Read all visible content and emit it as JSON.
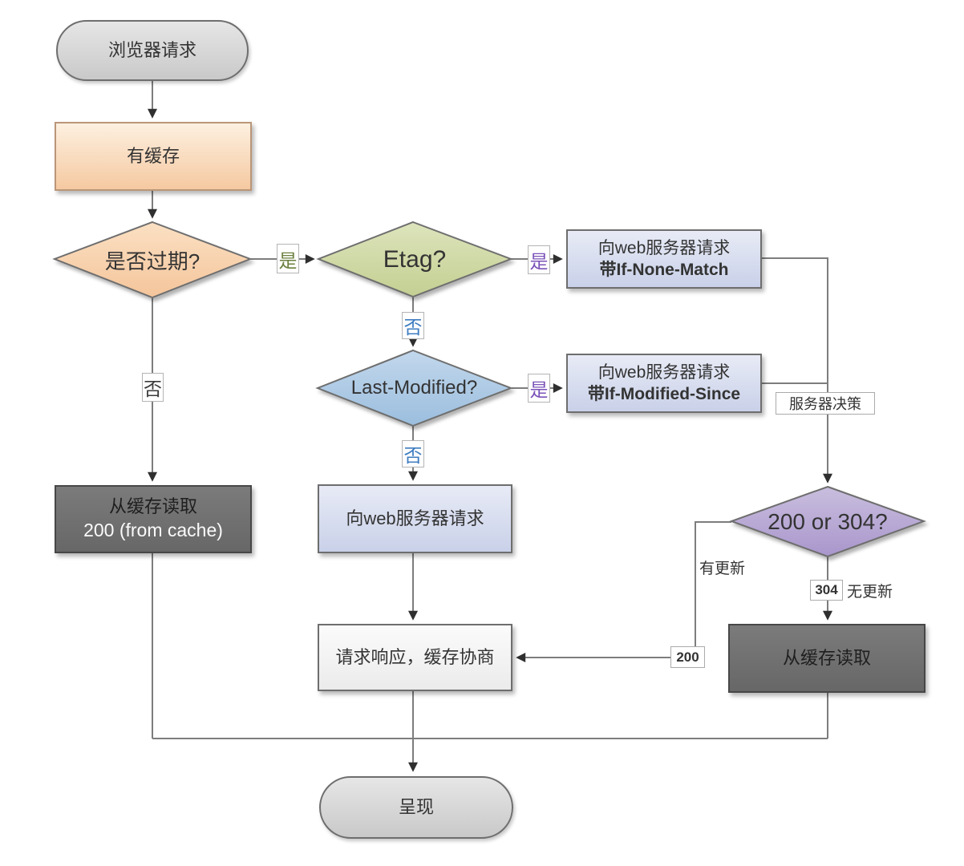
{
  "diagram": {
    "title": "browser-cache-flowchart",
    "colors": {
      "peach_fill": "#f5c9a1",
      "green_fill": "#cdd6a4",
      "blue_fill": "#a9c7e4",
      "purple_fill": "#b9abd6",
      "lavender_fill": "#c9d1e9",
      "dark_fill": "#6e6e6e",
      "gray_fill": "#d4d4d4",
      "light_fill": "#f4f4f4",
      "line": "#7d7d7d",
      "label_green": "#6b7f3e",
      "label_purple": "#7a52b8",
      "label_blue": "#3e7cc0"
    },
    "nodes": {
      "start": {
        "label": "浏览器请求"
      },
      "has_cache": {
        "label": "有缓存"
      },
      "expired": {
        "label": "是否过期?"
      },
      "etag": {
        "label": "Etag?"
      },
      "req_if_none_match": {
        "line1": "向web服务器请求",
        "line2": "带If-None-Match"
      },
      "last_modified": {
        "label": "Last-Modified?"
      },
      "req_if_modified_since": {
        "line1": "向web服务器请求",
        "line2": "带If-Modified-Since"
      },
      "read_cache_200": {
        "line1": "从缓存读取",
        "line2": "200 (from cache)"
      },
      "req_web": {
        "label": "向web服务器请求"
      },
      "status_200_or_304": {
        "label": "200 or 304?"
      },
      "response_negotiate": {
        "label": "请求响应，缓存协商"
      },
      "read_cache": {
        "label": "从缓存读取"
      },
      "render": {
        "label": "呈现"
      }
    },
    "edge_labels": {
      "expired_yes": "是",
      "expired_no": "否",
      "etag_yes": "是",
      "etag_no": "否",
      "lm_yes": "是",
      "lm_no": "否",
      "server_decision": "服务器决策",
      "updated": "有更新",
      "not_updated": "无更新",
      "code_304": "304",
      "code_200": "200"
    }
  }
}
